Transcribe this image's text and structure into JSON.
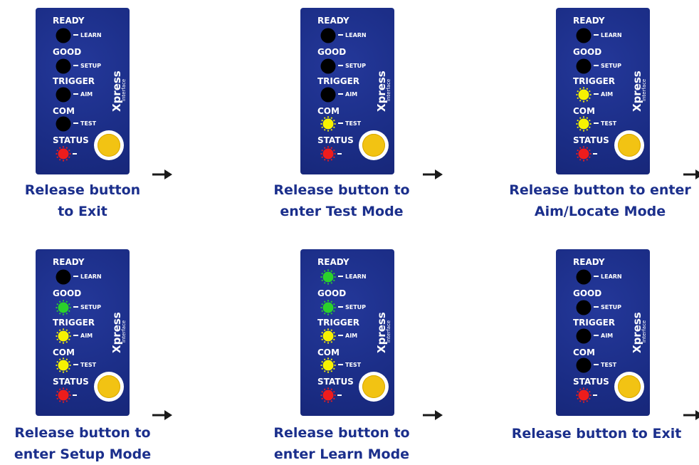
{
  "colors": {
    "panel": "#1c2f8a",
    "led_off": "#000000",
    "led_green": "#2bd12b",
    "led_yellow": "#f6f200",
    "led_red": "#ee1c1c",
    "button": "#f2c313",
    "caption": "#1b2f8c"
  },
  "labels": {
    "ready": "READY",
    "good": "GOOD",
    "trigger": "TRIGGER",
    "com": "COM",
    "status": "STATUS",
    "learn": "LEARN",
    "setup": "SETUP",
    "aim": "AIM",
    "test": "TEST"
  },
  "brand": {
    "main": "Xpress",
    "sub": "interface"
  },
  "arrow_icon": "right-arrow-icon",
  "steps": [
    {
      "caption_lines": [
        "Release button",
        "to Exit"
      ],
      "leds": {
        "ready": "off",
        "good": "off",
        "trigger": "off",
        "com": "off",
        "status": "red"
      }
    },
    {
      "caption_lines": [
        "Release button to",
        "enter Test Mode"
      ],
      "leds": {
        "ready": "off",
        "good": "off",
        "trigger": "off",
        "com": "yellow",
        "status": "red"
      }
    },
    {
      "caption_lines": [
        "Release button to enter",
        "Aim/Locate Mode"
      ],
      "leds": {
        "ready": "off",
        "good": "off",
        "trigger": "yellow",
        "com": "yellow",
        "status": "red"
      }
    },
    {
      "caption_lines": [
        "Release button to",
        "enter Setup Mode"
      ],
      "leds": {
        "ready": "off",
        "good": "green",
        "trigger": "yellow",
        "com": "yellow",
        "status": "red"
      }
    },
    {
      "caption_lines": [
        "Release button to",
        "enter Learn Mode"
      ],
      "leds": {
        "ready": "green",
        "good": "green",
        "trigger": "yellow",
        "com": "yellow",
        "status": "red"
      }
    },
    {
      "caption_lines": [
        "Release button to Exit"
      ],
      "leds": {
        "ready": "off",
        "good": "off",
        "trigger": "off",
        "com": "off",
        "status": "red"
      }
    }
  ]
}
